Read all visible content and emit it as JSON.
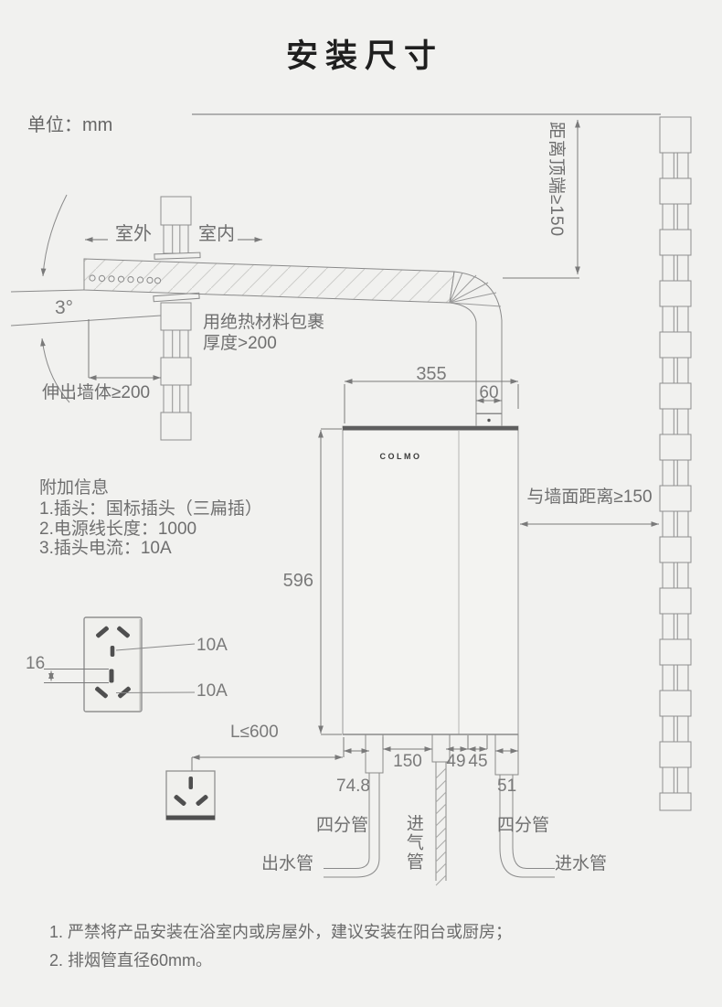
{
  "page": {
    "title": "安装尺寸",
    "unit": "单位：mm"
  },
  "labels": {
    "distance_top": "距离顶端≥150",
    "outdoor": "室外",
    "indoor": "室内",
    "angle": "3°",
    "insulation1": "用绝热材料包裹",
    "insulation2": "厚度>200",
    "protrude": "伸出墙体≥200",
    "wall_distance": "与墙面距离≥150",
    "brand": "COLMO",
    "cord_length": "L≤600",
    "quarter_pipe_left": "四分管",
    "quarter_pipe_right": "四分管",
    "gas_inlet_pipe": "进气管",
    "water_outlet_pipe": "出水管",
    "water_inlet_pipe": "进水管"
  },
  "dimensions": {
    "body_width": "355",
    "flue_diameter": "60",
    "body_height": "596",
    "pin_length": "16",
    "rating_top": "10A",
    "rating_bottom": "10A",
    "outlet_offset": "74.8",
    "outlet_to_gas": "150",
    "gas_gap_left": "49",
    "gas_gap_right": "45",
    "inlet_width": "51"
  },
  "additional_info": {
    "heading": "附加信息",
    "item1": "1.插头：国标插头（三扁插）",
    "item2": "2.电源线长度：1000",
    "item3": "3.插头电流：10A"
  },
  "notes": {
    "item1": "1. 严禁将产品安装在浴室内或房屋外，建议安装在阳台或厨房；",
    "item2": "2. 排烟管直径60mm。"
  }
}
